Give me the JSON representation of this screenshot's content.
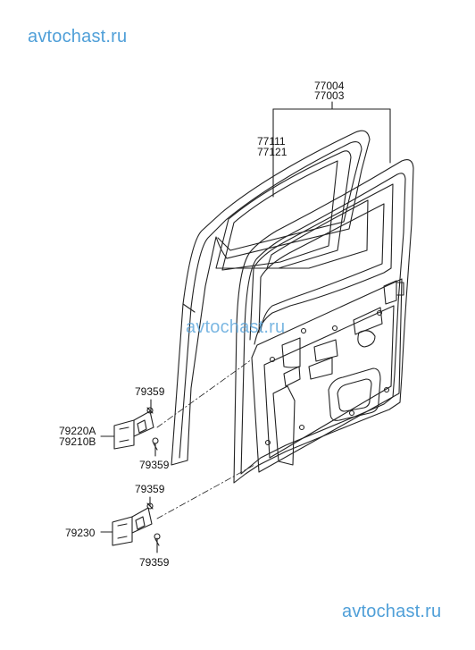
{
  "watermarks": {
    "top": "avtochast.ru",
    "middle": "avtochast.ru",
    "bottom": "avtochast.ru"
  },
  "labels": {
    "door_assy_lh": "77004",
    "door_assy_rh": "77003",
    "glass_run_a": "77111",
    "glass_run_b": "77121",
    "bolt_1": "79359",
    "upper_hinge_a": "79220A",
    "upper_hinge_b": "79210B",
    "bolt_2": "79359",
    "bolt_3": "79359",
    "lower_hinge": "79230",
    "bolt_4": "79359"
  }
}
